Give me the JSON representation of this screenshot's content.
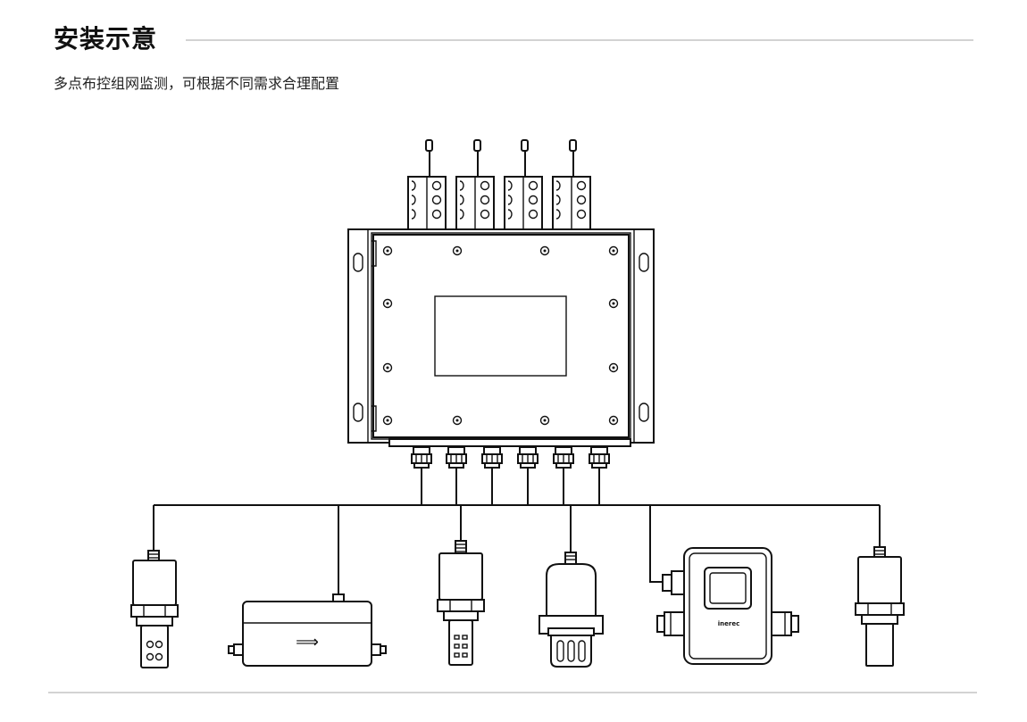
{
  "header": {
    "title": "安装示意",
    "subtitle": "多点布控组网监测，可根据不同需求合理配置"
  },
  "diagram": {
    "device_logo_text": "inerec",
    "arrow_glyph": "⟹",
    "icons": [
      "antenna-module",
      "controller-box",
      "cable-gland",
      "sensor-probe",
      "flow-cell",
      "display-transmitter"
    ]
  }
}
